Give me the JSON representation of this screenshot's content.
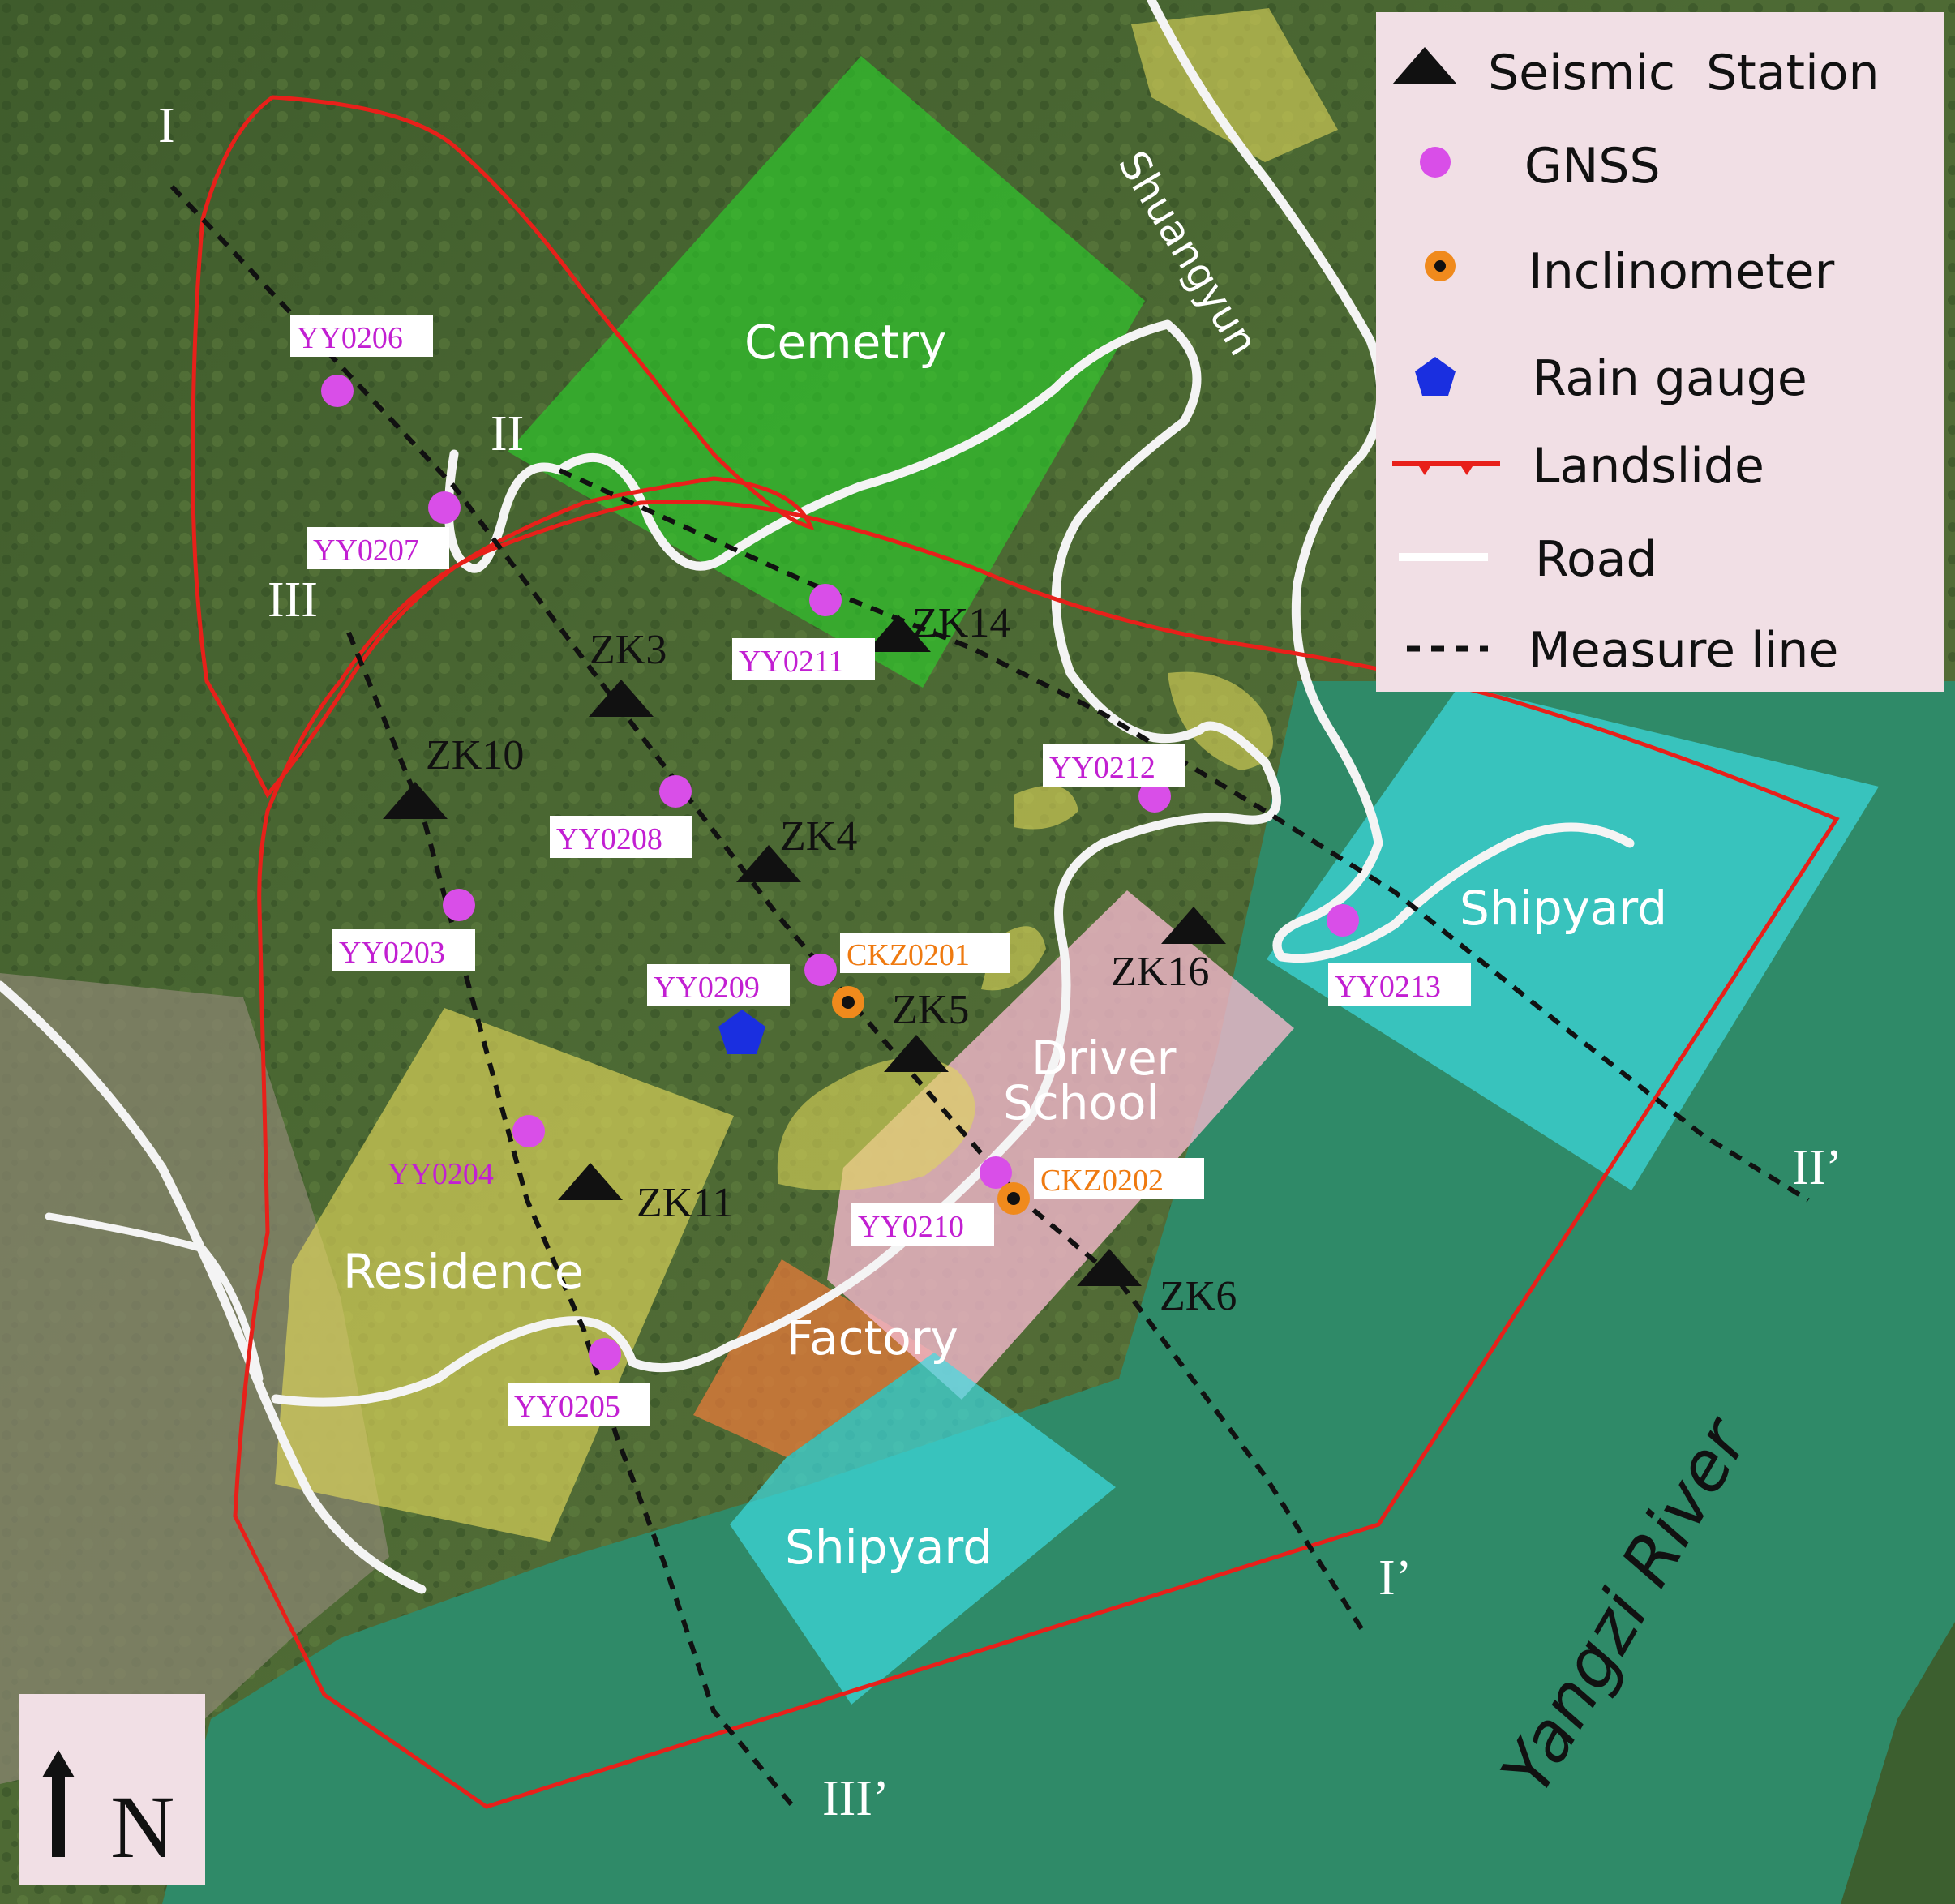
{
  "legend": {
    "items": [
      {
        "symbol": "triangle",
        "label": "Seismic  Station"
      },
      {
        "symbol": "circle",
        "label": "GNSS"
      },
      {
        "symbol": "ring-dot",
        "label": "Inclinometer"
      },
      {
        "symbol": "pentagon",
        "label": "Rain gauge"
      },
      {
        "symbol": "barbed-line",
        "label": "Landslide"
      },
      {
        "symbol": "line",
        "label": "Road"
      },
      {
        "symbol": "dashed-line",
        "label": "Measure line"
      }
    ]
  },
  "zones": {
    "cemetery": "Cemetry",
    "residence": "Residence",
    "factory": "Factory",
    "driver_school_line1": "Driver",
    "driver_school_line2": "School",
    "shipyard_east": "Shipyard",
    "shipyard_south": "Shipyard"
  },
  "road_name": "Shuangyun",
  "river_name": "Yangzi River",
  "north": {
    "letter": "N"
  },
  "profile_lines": {
    "i_start": "I",
    "i_end": "I’",
    "ii_start": "II",
    "ii_end": "II’",
    "iii_start": "III",
    "iii_end": "III’"
  },
  "seismic_stations": [
    "ZK3",
    "ZK14",
    "ZK10",
    "ZK4",
    "ZK16",
    "ZK5",
    "ZK11",
    "ZK6"
  ],
  "gnss": [
    "YY0206",
    "YY0207",
    "YY0211",
    "YY0212",
    "YY0208",
    "YY0203",
    "YY0209",
    "YY0213",
    "YY0204",
    "YY0210",
    "YY0205"
  ],
  "inclinometers": [
    "CKZ0201",
    "CKZ0202"
  ],
  "colors": {
    "landslide": "#e8201a",
    "gnss": "#d94ee8",
    "gnss_label": "#c21fd2",
    "inclinometer": "#f08a1c",
    "inclinometer_label": "#ef7a10",
    "rain_gauge": "#1a2fe0",
    "seismic": "#111111",
    "river": "#2f8a68",
    "legend_bg": "#f1dfe5"
  }
}
